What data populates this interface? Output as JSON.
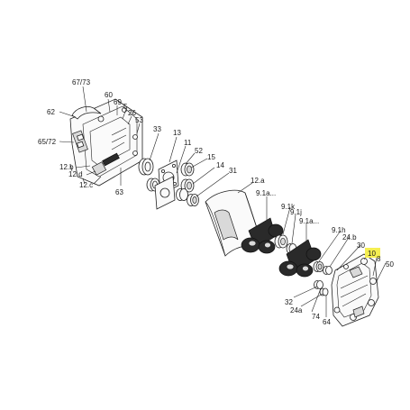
{
  "diagram": {
    "highlight_color": "#f5ef52",
    "labels": [
      {
        "id": "l-67-73",
        "text": "67/73"
      },
      {
        "id": "l-60",
        "text": "60"
      },
      {
        "id": "l-69",
        "text": "69"
      },
      {
        "id": "l-5",
        "text": "5"
      },
      {
        "id": "l-26",
        "text": "26"
      },
      {
        "id": "l-62",
        "text": "62"
      },
      {
        "id": "l-53",
        "text": "53"
      },
      {
        "id": "l-65-72",
        "text": "65/72"
      },
      {
        "id": "l-33",
        "text": "33"
      },
      {
        "id": "l-13",
        "text": "13"
      },
      {
        "id": "l-11",
        "text": "11"
      },
      {
        "id": "l-52",
        "text": "52"
      },
      {
        "id": "l-15",
        "text": "15"
      },
      {
        "id": "l-14",
        "text": "14"
      },
      {
        "id": "l-31",
        "text": "31"
      },
      {
        "id": "l-12b",
        "text": "12.b"
      },
      {
        "id": "l-12d",
        "text": "12.d"
      },
      {
        "id": "l-12c",
        "text": "12.c"
      },
      {
        "id": "l-63",
        "text": "63"
      },
      {
        "id": "l-12a",
        "text": "12.a"
      },
      {
        "id": "l-9-1a-top",
        "text": "9.1a..."
      },
      {
        "id": "l-9-1k",
        "text": "9.1k"
      },
      {
        "id": "l-9-1j",
        "text": "9.1j"
      },
      {
        "id": "l-9-1a-mid",
        "text": "9.1a..."
      },
      {
        "id": "l-9-1h",
        "text": "9.1h"
      },
      {
        "id": "l-24b",
        "text": "24.b"
      },
      {
        "id": "l-30",
        "text": "30"
      },
      {
        "id": "l-10",
        "text": "10"
      },
      {
        "id": "l-8",
        "text": "8"
      },
      {
        "id": "l-50",
        "text": "50"
      },
      {
        "id": "l-32",
        "text": "32"
      },
      {
        "id": "l-24a",
        "text": "24a"
      },
      {
        "id": "l-74",
        "text": "74"
      },
      {
        "id": "l-64",
        "text": "64"
      }
    ]
  }
}
